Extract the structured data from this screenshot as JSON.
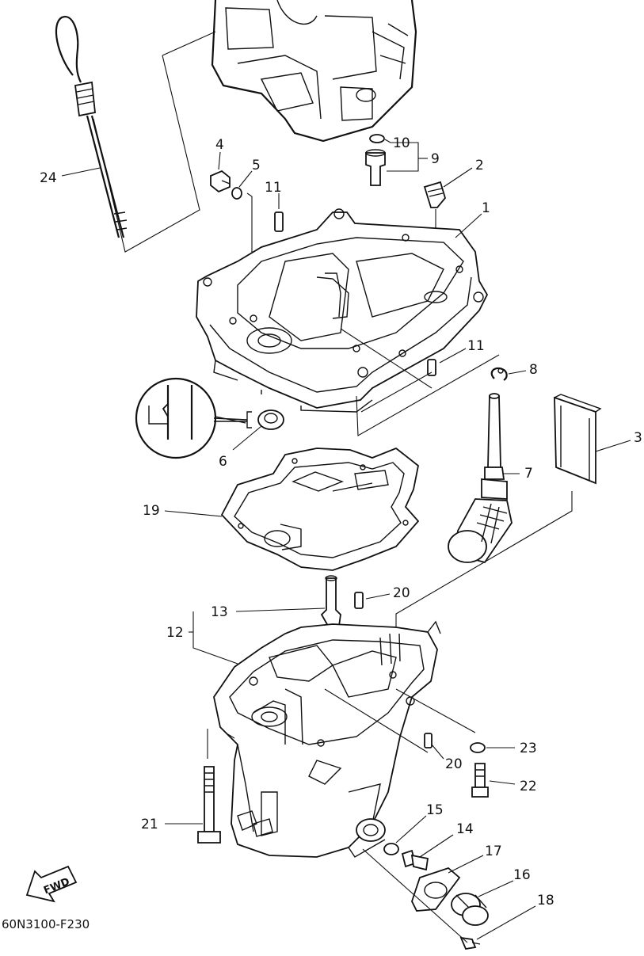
{
  "diagram": {
    "drawing_code": "60N3100-F230",
    "direction_label": "FWD",
    "callouts": [
      {
        "id": "1",
        "label": "1"
      },
      {
        "id": "2",
        "label": "2"
      },
      {
        "id": "3",
        "label": "3"
      },
      {
        "id": "4",
        "label": "4"
      },
      {
        "id": "5",
        "label": "5"
      },
      {
        "id": "6",
        "label": "6"
      },
      {
        "id": "7",
        "label": "7"
      },
      {
        "id": "8",
        "label": "8"
      },
      {
        "id": "9",
        "label": "9"
      },
      {
        "id": "10",
        "label": "10"
      },
      {
        "id": "11a",
        "label": "11"
      },
      {
        "id": "11b",
        "label": "11"
      },
      {
        "id": "12",
        "label": "12"
      },
      {
        "id": "13",
        "label": "13"
      },
      {
        "id": "14",
        "label": "14"
      },
      {
        "id": "15",
        "label": "15"
      },
      {
        "id": "16",
        "label": "16"
      },
      {
        "id": "17",
        "label": "17"
      },
      {
        "id": "18",
        "label": "18"
      },
      {
        "id": "19",
        "label": "19"
      },
      {
        "id": "20a",
        "label": "20"
      },
      {
        "id": "20b",
        "label": "20"
      },
      {
        "id": "21",
        "label": "21"
      },
      {
        "id": "22",
        "label": "22"
      },
      {
        "id": "23",
        "label": "23"
      },
      {
        "id": "24",
        "label": "24"
      }
    ]
  }
}
